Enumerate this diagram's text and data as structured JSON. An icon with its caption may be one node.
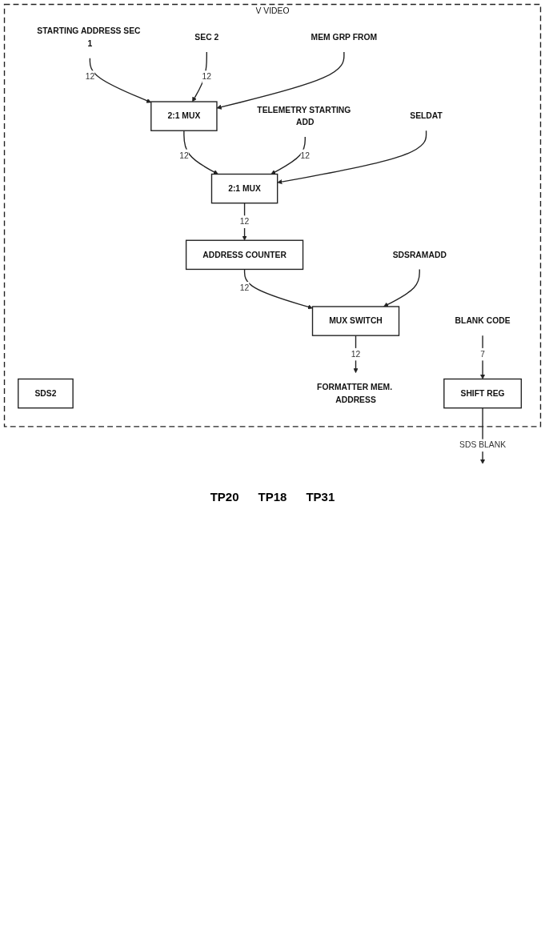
{
  "diagram": {
    "nodes": [
      {
        "text": [
          "V VIDEO"
        ]
      },
      {
        "text": [
          "STARTING ADDRESS SEC 1"
        ],
        "in": 0
      },
      {
        "text": [
          "SEC 2"
        ],
        "in": 0
      },
      {
        "text": [
          "MEM GRP FROM"
        ],
        "in": 0
      },
      {
        "text": [
          "2:1 MUX"
        ],
        "in": 0
      },
      {
        "text": [
          "SDS2"
        ],
        "in": 0
      },
      {
        "text": [
          "TELEMETRY STARTING ADD"
        ],
        "in": 0
      },
      {
        "text": [
          "SELDAT"
        ],
        "in": 0
      },
      {
        "text": [
          "2:1 MUX"
        ],
        "in": 0
      },
      {
        "text": [
          "ADDRESS COUNTER"
        ],
        "in": 0
      },
      {
        "text": [
          "SDSRAMADD"
        ],
        "in": 0
      },
      {
        "text": [
          "MUX SWITCH"
        ],
        "in": 0
      },
      {
        "text": [
          "FORMATTER MEM. ADDRESS"
        ],
        "in": 0
      },
      {
        "text": [
          "BLANK CODE"
        ],
        "in": 0
      },
      {
        "text": [
          "SHIFT REG"
        ],
        "in": 0
      }
    ],
    "edges": [
      {
        "from": 1,
        "to": 4,
        "arrow": "to",
        "label": "12"
      },
      {
        "from": 2,
        "to": 4,
        "arrow": "to",
        "label": "12"
      },
      {
        "from": 3,
        "to": 4,
        "arrow": "to"
      },
      {
        "from": 4,
        "to": 8,
        "arrow": "to",
        "label": "12"
      },
      {
        "from": 6,
        "to": 8,
        "arrow": "to",
        "label": "12"
      },
      {
        "from": 7,
        "to": 8,
        "arrow": "to"
      },
      {
        "from": 8,
        "to": 9,
        "arrow": "to",
        "label": "12"
      },
      {
        "from": 9,
        "to": 11,
        "arrow": "to",
        "label": "12"
      },
      {
        "from": 10,
        "to": 11,
        "arrow": "to"
      },
      {
        "from": 11,
        "to": 12,
        "arrow": "to",
        "label": "12"
      },
      {
        "from": 13,
        "to": 14,
        "arrow": "to",
        "label": "7"
      },
      {
        "from": 14,
        "to": null,
        "arrow": "to",
        "label": "SDS BLANK"
      }
    ],
    "labels": [
      "TP20",
      "TP18",
      "TP31"
    ]
  }
}
